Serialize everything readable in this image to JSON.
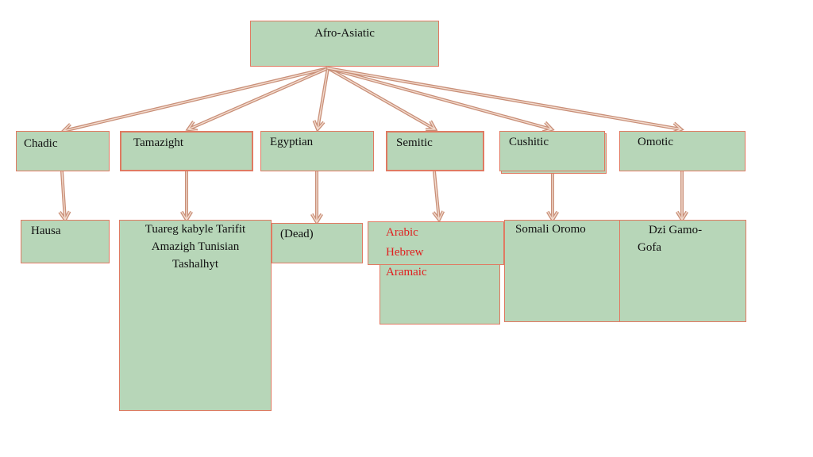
{
  "root": {
    "label": "Afro-Asiatic"
  },
  "branches": [
    {
      "label": "Chadic",
      "children": "Hausa"
    },
    {
      "label": "Tamazight",
      "children": "Tuareg kabyle Tarifit Amazigh Tunisian Tashalhyt"
    },
    {
      "label": "Egyptian",
      "children": "(Dead)"
    },
    {
      "label": "Semitic",
      "children": [
        "Arabic",
        "Hebrew",
        "Aramaic"
      ]
    },
    {
      "label": "Cushitic",
      "children": "Somali Oromo"
    },
    {
      "label": "Omotic",
      "children": "Dzi Gamo-Gofa"
    }
  ],
  "colors": {
    "box_fill": "#b7d6b8",
    "box_border": "#e07a62",
    "arrow": "#c98f78",
    "highlight_text": "#e02020"
  }
}
